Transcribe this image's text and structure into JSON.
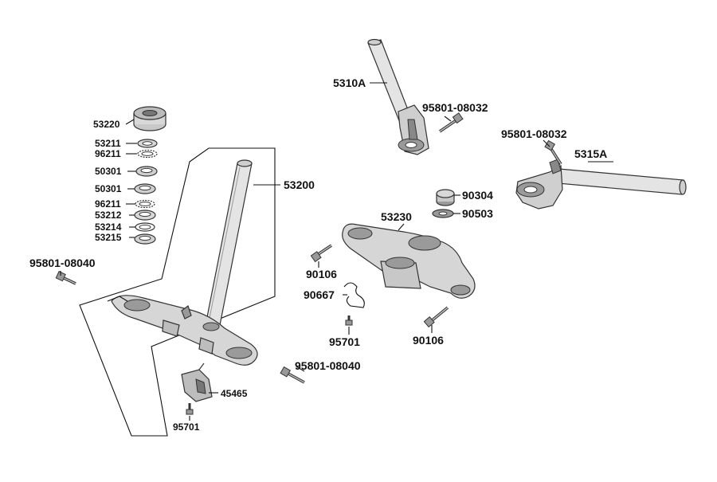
{
  "diagram": {
    "labels": {
      "l_53220": "53220",
      "l_53211": "53211",
      "l_96211a": "96211",
      "l_50301a": "50301",
      "l_50301b": "50301",
      "l_96211b": "96211",
      "l_53212": "53212",
      "l_53214": "53214",
      "l_53215": "53215",
      "l_53200": "53200",
      "l_95801_08040a": "95801-08040",
      "l_45465": "45465",
      "l_95701a": "95701",
      "l_5310A": "5310A",
      "l_95801_08032a": "95801-08032",
      "l_95801_08032b": "95801-08032",
      "l_5315A": "5315A",
      "l_90304": "90304",
      "l_90503": "90503",
      "l_53230": "53230",
      "l_90106a": "90106",
      "l_90667": "90667",
      "l_95701b": "95701",
      "l_90106b": "90106",
      "l_95801_08040b": "95801-08040"
    },
    "colors": {
      "outline": "#333333",
      "light_fill": "#e6e6e6",
      "mid_fill": "#c8c8c8",
      "dark_fill": "#9a9a9a"
    }
  }
}
